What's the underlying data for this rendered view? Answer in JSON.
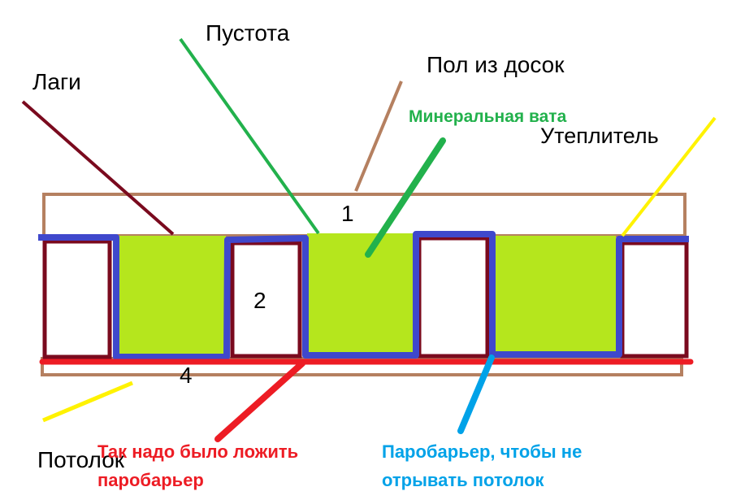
{
  "labels": {
    "void": "Пустота",
    "joists": "Лаги",
    "floor_boards": "Пол из досок",
    "mineral_wool": "Минеральная вата",
    "insulation": "Утеплитель",
    "ceiling": "Потолок",
    "num_1": "1",
    "num_2": "2",
    "num_4": "4",
    "correct_note_line1": "Так надо было ложить",
    "correct_note_line2": "паробарьер",
    "alt_note_line1": "Паробарьер, чтобы не",
    "alt_note_line2": "отрывать потолок"
  },
  "colors": {
    "board": "#b58060",
    "joist": "#7a0a1e",
    "wool": "#b5e61d",
    "vapor_blue": "#3f48cc",
    "vapor_red": "#ed1c24",
    "green": "#22b14c",
    "yellow": "#fff200",
    "cyan": "#00a2e8"
  }
}
